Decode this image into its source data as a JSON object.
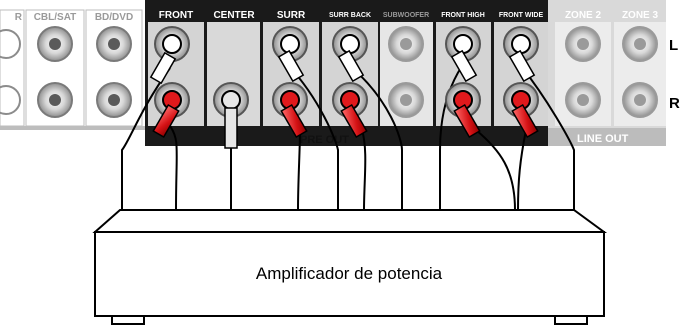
{
  "panel": {
    "left_cut_label": "R",
    "columns": {
      "cbl_sat": "CBL/SAT",
      "bd_dvd": "BD/DVD",
      "front": "FRONT",
      "center": "CENTER",
      "surr": "SURR",
      "surr_back": "SURR BACK",
      "subwoofer": "SUBWOOFER",
      "front_high": "FRONT HIGH",
      "front_wide": "FRONT WIDE",
      "zone2": "ZONE 2",
      "zone3": "ZONE 3"
    },
    "row_label_top": "L",
    "row_label_bottom": "R",
    "pre_out_label": "PRE OUT",
    "line_out_label": "LINE OUT"
  },
  "amplifier": {
    "label": "Amplificador de potencia"
  },
  "colors": {
    "panel_light": "#dcdcdc",
    "panel_dark": "#1a1a1a",
    "header_black": "#000000",
    "plug_red": "#e0191c",
    "jack_outline": "#8c8c8c"
  }
}
